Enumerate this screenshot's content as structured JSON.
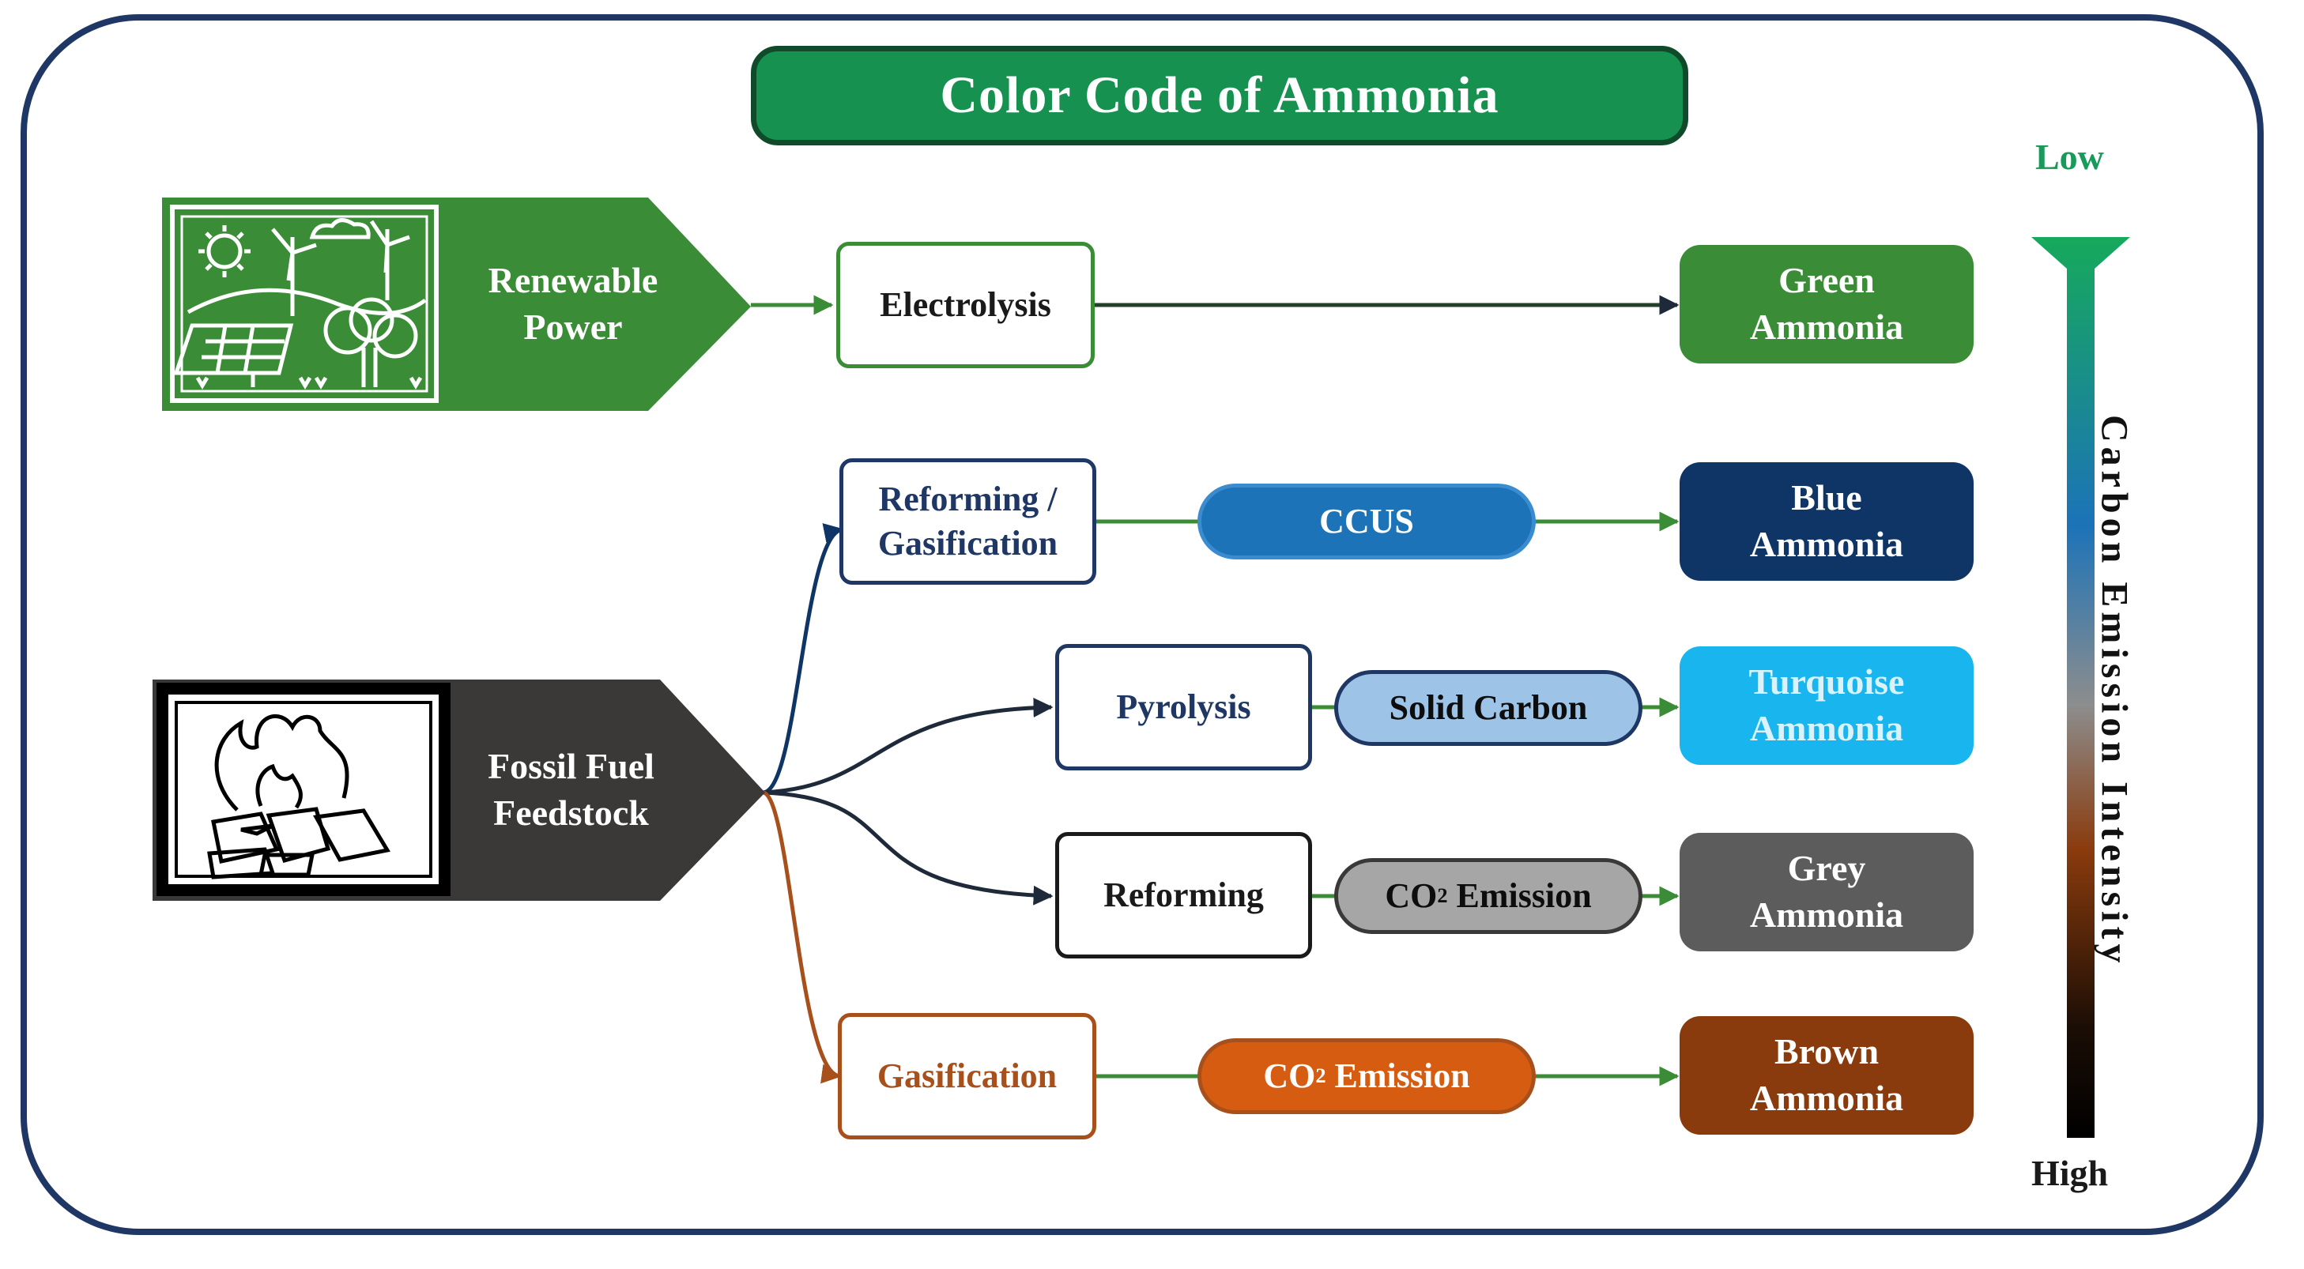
{
  "title": "Color Code of Ammonia",
  "sources": {
    "renewable": {
      "line1": "Renewable",
      "line2": "Power",
      "icon": "renewable-landscape-icon"
    },
    "fossil": {
      "line1": "Fossil Fuel",
      "line2": "Feedstock",
      "icon": "fire-coal-icon"
    }
  },
  "processes": {
    "electrolysis": "Electrolysis",
    "reforming_gasification_line1": "Reforming /",
    "reforming_gasification_line2": "Gasification",
    "pyrolysis": "Pyrolysis",
    "reforming": "Reforming",
    "gasification": "Gasification"
  },
  "byproducts": {
    "ccus": "CCUS",
    "solid_carbon": "Solid Carbon",
    "co2_emission_grey_a": "CO",
    "co2_emission_grey_sub": "2",
    "co2_emission_grey_b": " Emission",
    "co2_emission_brown_a": "CO",
    "co2_emission_brown_sub": "2",
    "co2_emission_brown_b": " Emission"
  },
  "outputs": {
    "green": {
      "line1": "Green",
      "line2": "Ammonia"
    },
    "blue": {
      "line1": "Blue",
      "line2": "Ammonia"
    },
    "turquoise": {
      "line1": "Turquoise",
      "line2": "Ammonia"
    },
    "grey": {
      "line1": "Grey",
      "line2": "Ammonia"
    },
    "brown": {
      "line1": "Brown",
      "line2": "Ammonia"
    }
  },
  "scale": {
    "low": "Low",
    "high": "High",
    "axis_label": "Carbon Emission Intensity"
  },
  "colors": {
    "green": "#3b8c36",
    "blue": "#0e3566",
    "turquoise": "#19b5ee",
    "grey": "#5c5c5c",
    "brown": "#8a3b0d",
    "ccus": "#1c73b8",
    "solid_carbon": "#9dc3e6",
    "co2_grey": "#a6a6a6",
    "co2_brown": "#d65c12",
    "fossil": "#3b3838",
    "title_bg": "#179150",
    "frame": "#1f3764"
  }
}
